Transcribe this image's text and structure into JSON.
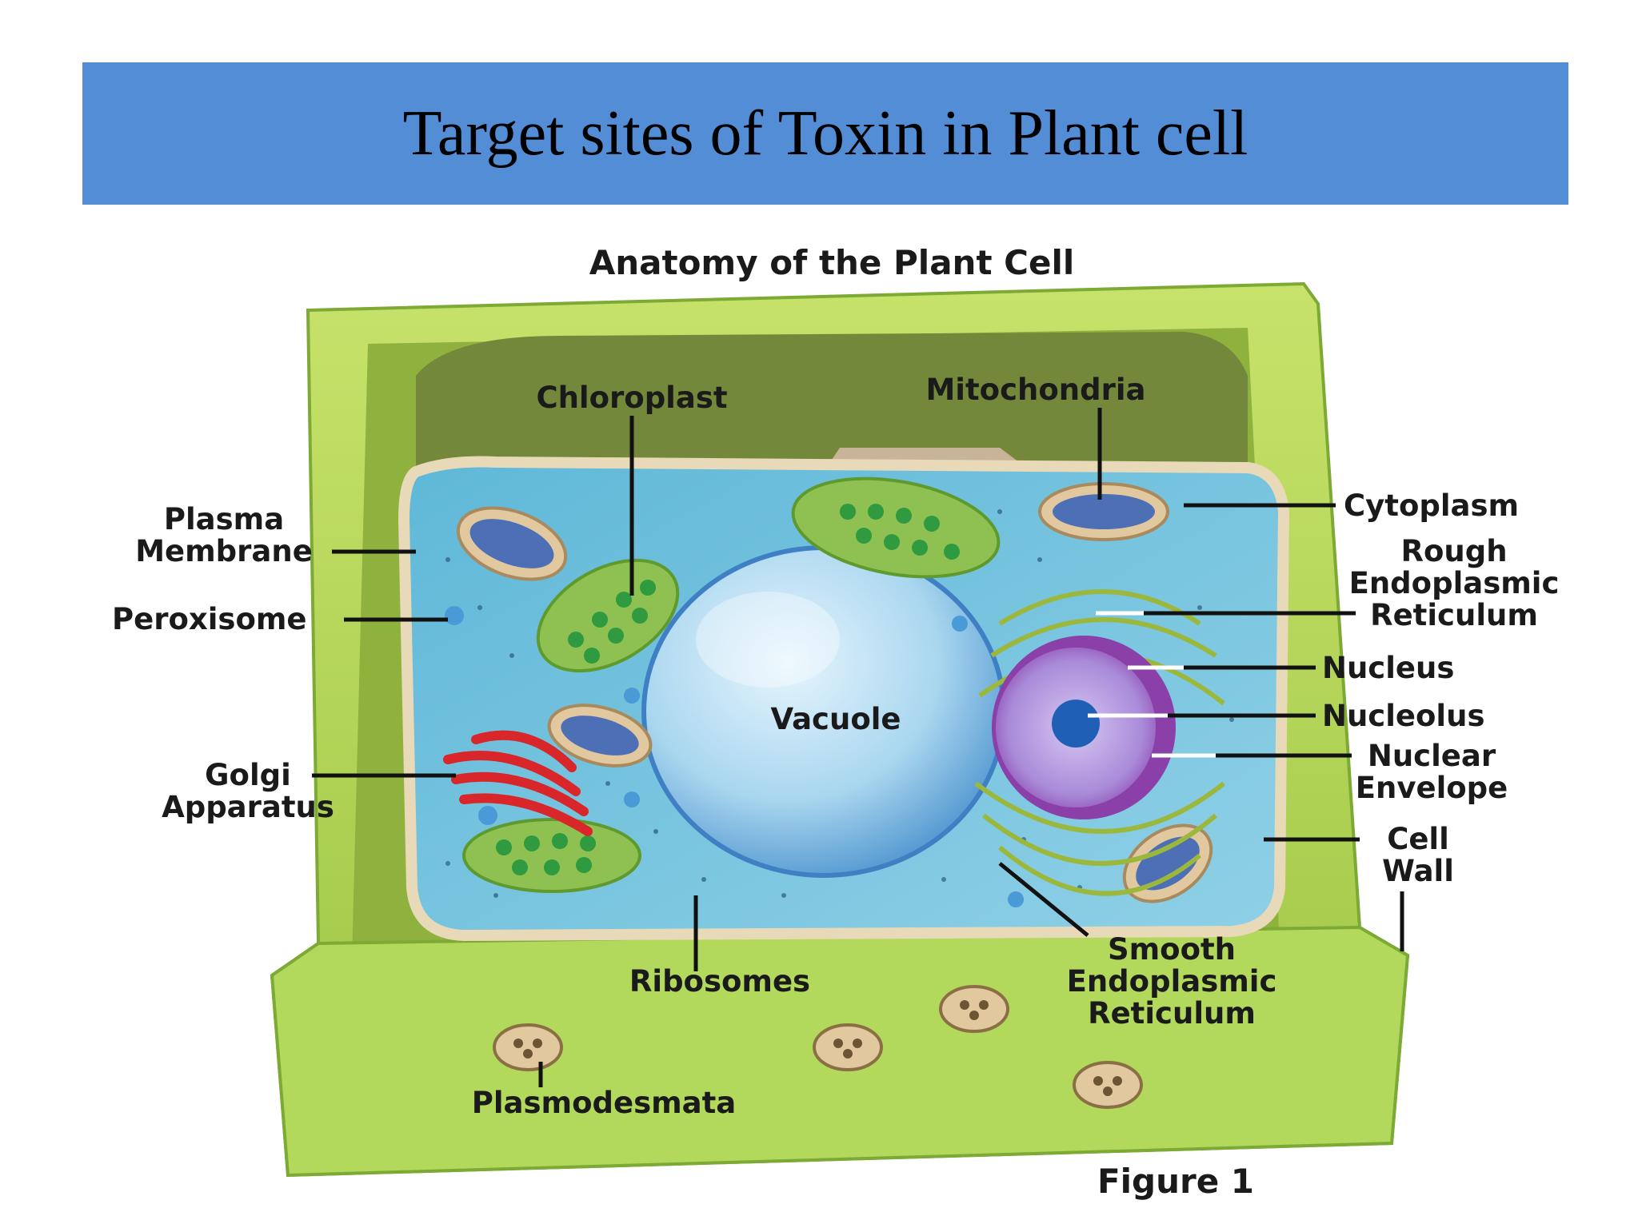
{
  "slide": {
    "title": "Target sites of Toxin in Plant cell"
  },
  "diagram": {
    "title": "Anatomy of the Plant Cell",
    "figure_label": "Figure 1",
    "labels": {
      "chloroplast": "Chloroplast",
      "mitochondria": "Mitochondria",
      "cytoplasm": "Cytoplasm",
      "rough_er": [
        "Rough",
        "Endoplasmic",
        "Reticulum"
      ],
      "plasma_membrane": [
        "Plasma",
        "Membrane"
      ],
      "peroxisome": "Peroxisome",
      "nucleus": "Nucleus",
      "nucleolus": "Nucleolus",
      "vacuole": "Vacuole",
      "nuclear_envelope": [
        "Nuclear",
        "Envelope"
      ],
      "golgi": [
        "Golgi",
        "Apparatus"
      ],
      "cell_wall": [
        "Cell",
        "Wall"
      ],
      "ribosomes": "Ribosomes",
      "smooth_er": [
        "Smooth",
        "Endoplasmic",
        "Reticulum"
      ],
      "plasmodesmata": "Plasmodesmata"
    }
  },
  "colors": {
    "banner": "#538dd5",
    "cell_wall": "#a9d154",
    "cytoplasm": "#7fc6de",
    "vacuole": "#b9dff3",
    "chloroplast": "#8fc152",
    "golgi": "#d9262a",
    "nucleus": "#b37ac9"
  }
}
